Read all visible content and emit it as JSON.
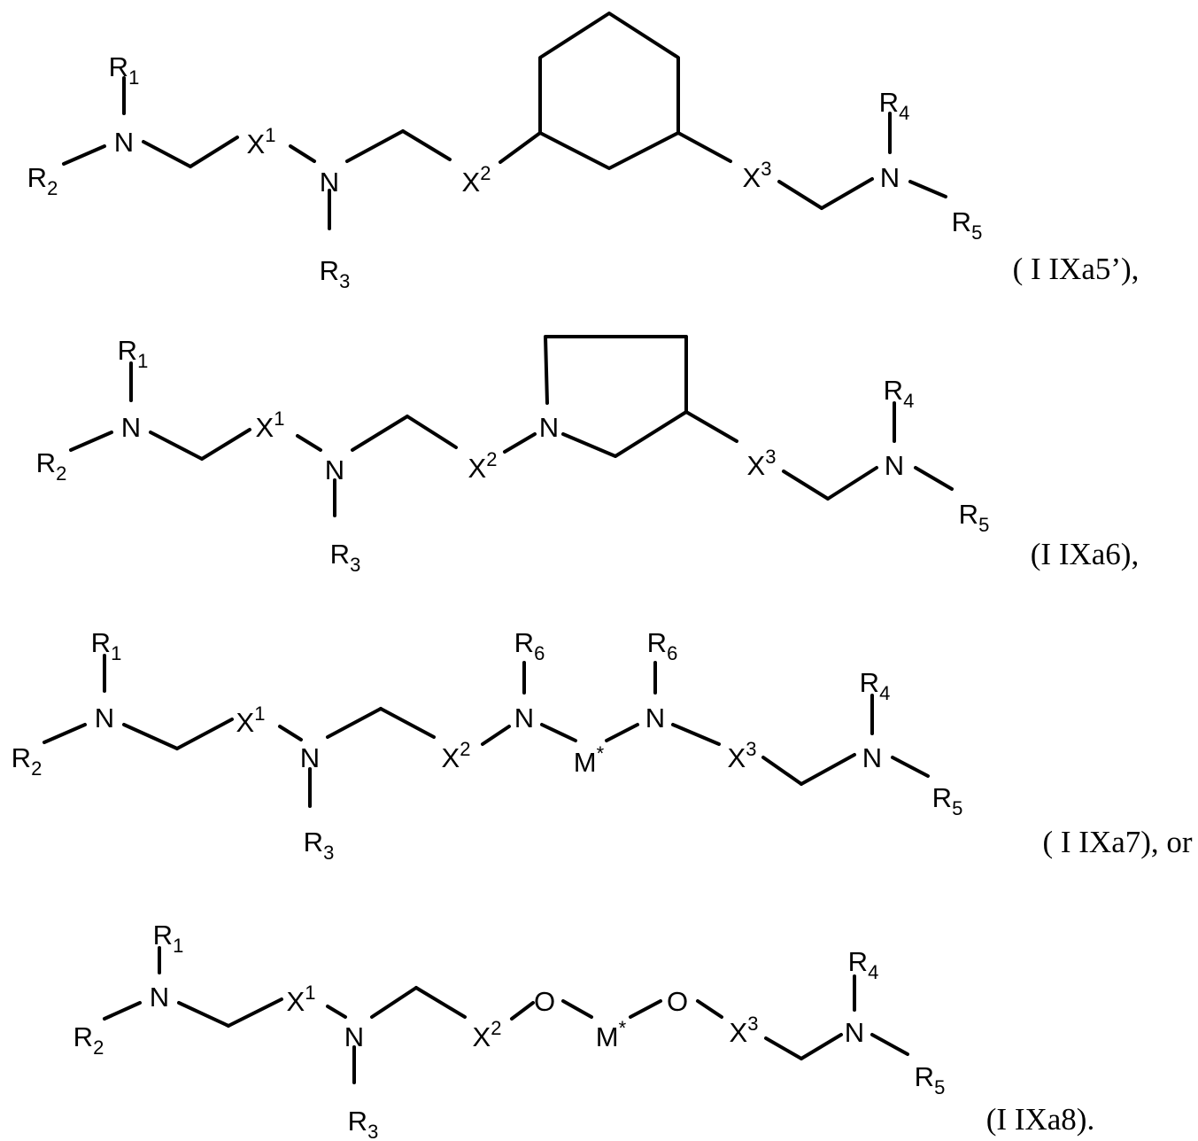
{
  "structures": [
    {
      "caption": "( I IXa5’),",
      "atoms": [
        {
          "t": "R",
          "sub": "1"
        },
        {
          "t": "N"
        },
        {
          "t": "R",
          "sub": "2"
        },
        {
          "t": "X",
          "sup": "1"
        },
        {
          "t": "N"
        },
        {
          "t": "R",
          "sub": "3"
        },
        {
          "t": "X",
          "sup": "2"
        },
        {
          "t": "X",
          "sup": "3"
        },
        {
          "t": "N"
        },
        {
          "t": "R",
          "sub": "4"
        },
        {
          "t": "R",
          "sub": "5"
        }
      ]
    },
    {
      "caption": "(I IXa6),",
      "atoms": [
        {
          "t": "R",
          "sub": "1"
        },
        {
          "t": "N"
        },
        {
          "t": "R",
          "sub": "2"
        },
        {
          "t": "X",
          "sup": "1"
        },
        {
          "t": "N"
        },
        {
          "t": "R",
          "sub": "3"
        },
        {
          "t": "X",
          "sup": "2"
        },
        {
          "t": "N"
        },
        {
          "t": "X",
          "sup": "3"
        },
        {
          "t": "N"
        },
        {
          "t": "R",
          "sub": "4"
        },
        {
          "t": "R",
          "sub": "5"
        }
      ]
    },
    {
      "caption": "( I IXa7), or",
      "atoms": [
        {
          "t": "R",
          "sub": "1"
        },
        {
          "t": "N"
        },
        {
          "t": "R",
          "sub": "2"
        },
        {
          "t": "X",
          "sup": "1"
        },
        {
          "t": "N"
        },
        {
          "t": "R",
          "sub": "3"
        },
        {
          "t": "X",
          "sup": "2"
        },
        {
          "t": "N"
        },
        {
          "t": "R",
          "sub": "6"
        },
        {
          "t": "M",
          "sup": "*"
        },
        {
          "t": "N"
        },
        {
          "t": "R",
          "sub": "6"
        },
        {
          "t": "X",
          "sup": "3"
        },
        {
          "t": "N"
        },
        {
          "t": "R",
          "sub": "4"
        },
        {
          "t": "R",
          "sub": "5"
        }
      ]
    },
    {
      "caption": "(I IXa8).",
      "atoms": [
        {
          "t": "R",
          "sub": "1"
        },
        {
          "t": "N"
        },
        {
          "t": "R",
          "sub": "2"
        },
        {
          "t": "X",
          "sup": "1"
        },
        {
          "t": "N"
        },
        {
          "t": "R",
          "sub": "3"
        },
        {
          "t": "X",
          "sup": "2"
        },
        {
          "t": "O"
        },
        {
          "t": "M",
          "sup": "*"
        },
        {
          "t": "O"
        },
        {
          "t": "X",
          "sup": "3"
        },
        {
          "t": "N"
        },
        {
          "t": "R",
          "sub": "4"
        },
        {
          "t": "R",
          "sub": "5"
        }
      ]
    }
  ]
}
